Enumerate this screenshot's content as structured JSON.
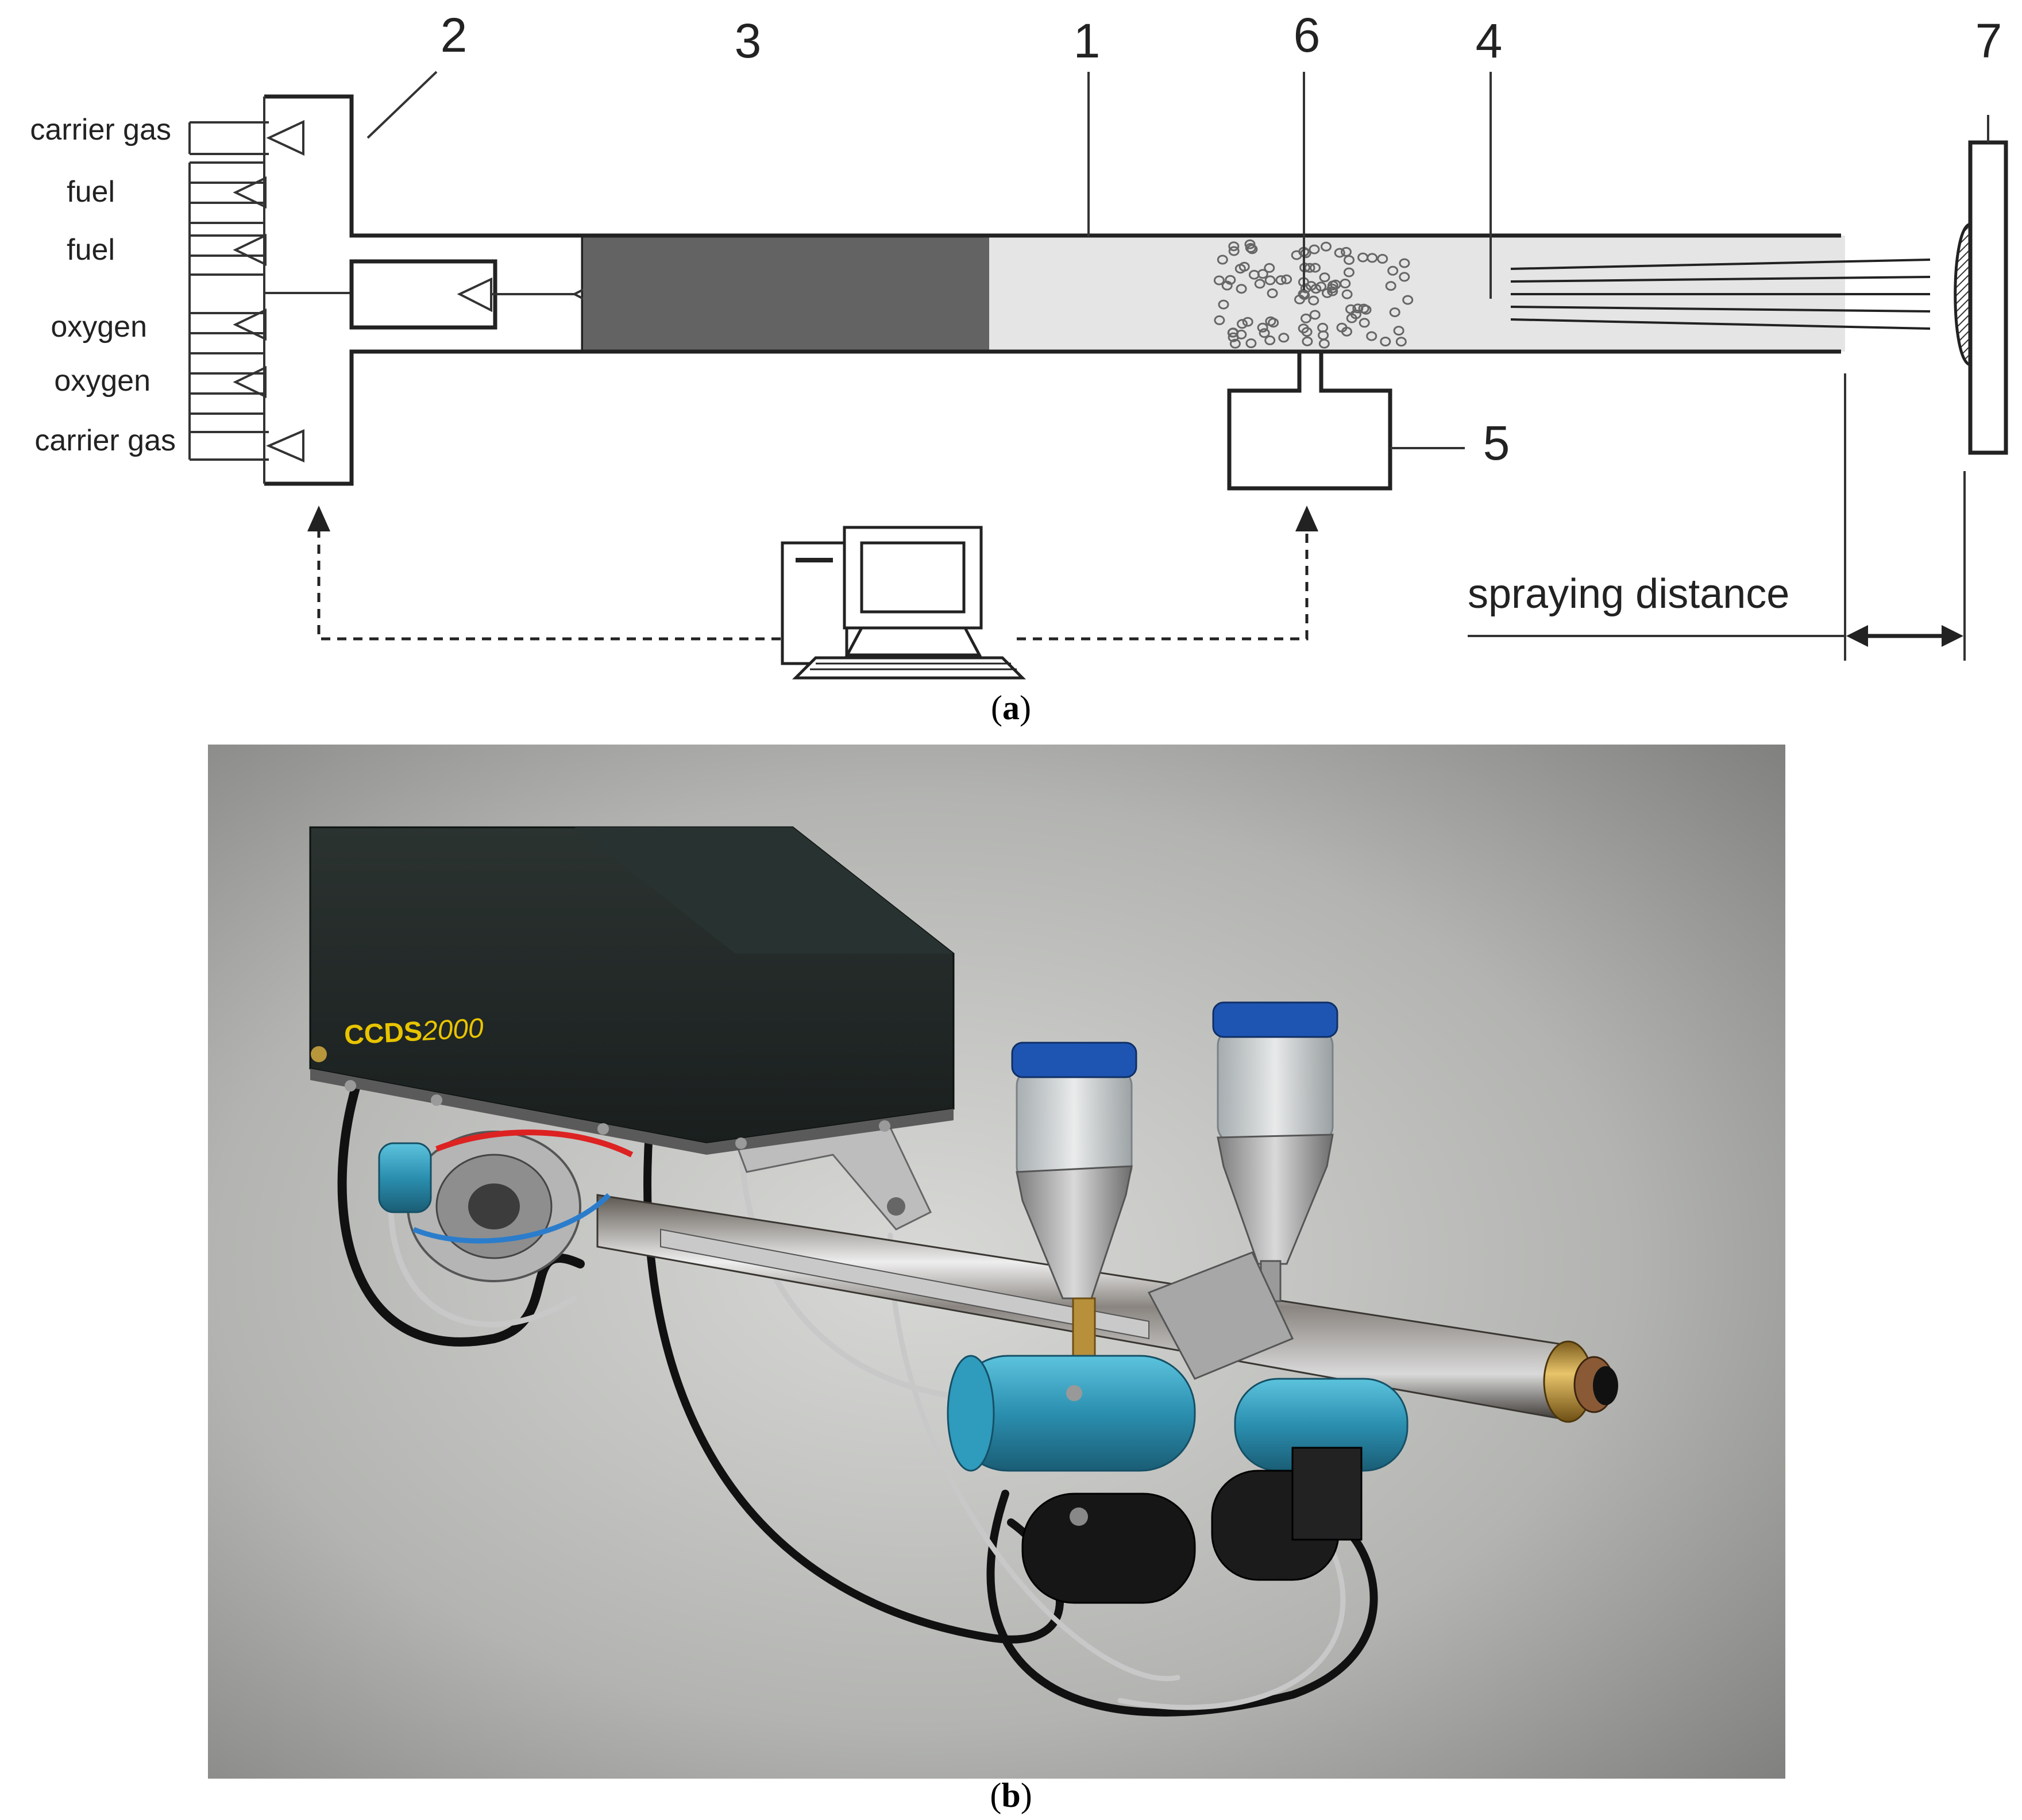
{
  "diagram": {
    "gas_inputs": [
      "carrier gas",
      "fuel",
      "fuel",
      "oxygen",
      "oxygen",
      "carrier gas"
    ],
    "component_numbers": [
      "2",
      "3",
      "1",
      "6",
      "4",
      "7",
      "5"
    ],
    "spraying_distance_label": "spraying distance",
    "caption_a": {
      "open": "(",
      "letter": "a",
      "close": ")"
    }
  },
  "photo": {
    "device_label_prefix": "CCDS",
    "device_label_number": "2000",
    "caption_b": {
      "open": "(",
      "letter": "b",
      "close": ")"
    }
  },
  "colors": {
    "combustion_chamber": "#636363",
    "barrel": "#e5e5e5",
    "photo_background": "#a9aaa6",
    "device_label": "#e8c400",
    "feeder_blue": "#2b8fb0"
  }
}
